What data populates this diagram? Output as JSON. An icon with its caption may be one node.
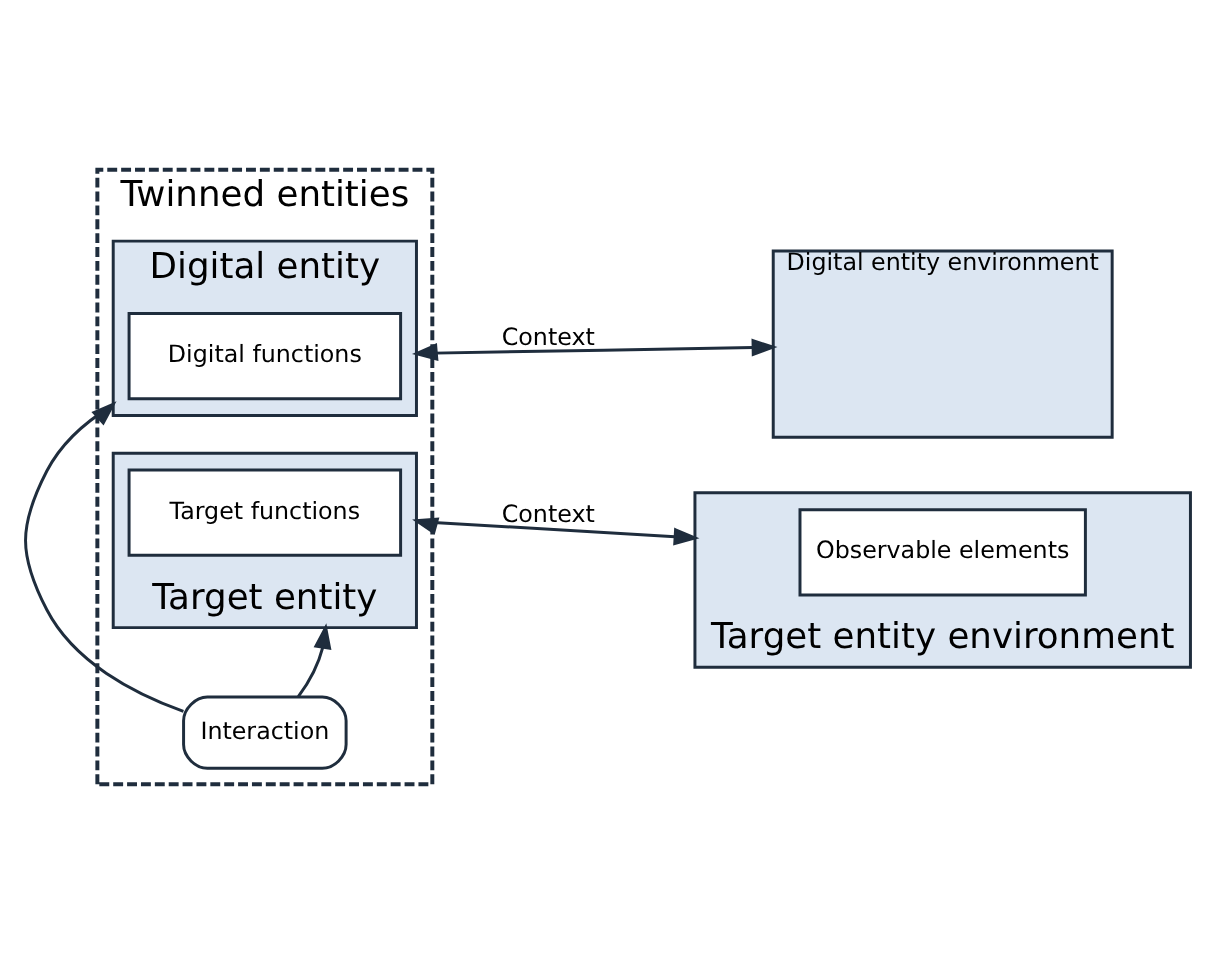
{
  "diagram": {
    "nodes": [
      {
        "text": [
          "Twinned entities"
        ]
      },
      {
        "text": [
          "Digital entity"
        ],
        "in": 0
      },
      {
        "text": [
          "Digital functions"
        ],
        "in": 1
      },
      {
        "text": [
          "Interaction"
        ],
        "in": 0
      },
      {
        "text": [
          "Target entity"
        ],
        "in": 0
      },
      {
        "text": [
          "Target functions"
        ],
        "in": 4
      },
      {
        "text": [
          "Digital entity environment"
        ]
      },
      {
        "text": [
          "Target entity environment"
        ]
      },
      {
        "text": [
          "Observable elements"
        ],
        "in": 7
      }
    ],
    "edges": [
      {
        "from": 3,
        "to": 1,
        "arrow": "to"
      },
      {
        "from": 3,
        "to": 4,
        "arrow": "to"
      },
      {
        "from": 1,
        "to": 6,
        "arrow": "both",
        "label": "Context"
      },
      {
        "from": 4,
        "to": 7,
        "arrow": "both",
        "label": "Context"
      }
    ]
  }
}
